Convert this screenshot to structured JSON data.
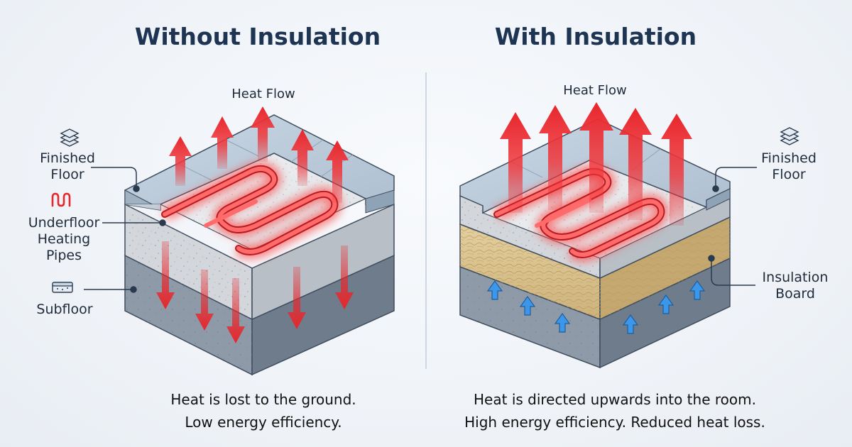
{
  "left": {
    "title": "Without Insulation",
    "heat_flow_label": "Heat Flow",
    "labels": {
      "finished_floor": [
        "Finished",
        "Floor"
      ],
      "pipes": [
        "Underfloor",
        "Heating",
        "Pipes"
      ],
      "subfloor": "Subfloor"
    },
    "caption": [
      "Heat is lost to the ground.",
      "Low energy efficiency."
    ]
  },
  "right": {
    "title": "With Insulation",
    "heat_flow_label": "Heat Flow",
    "labels": {
      "finished_floor": [
        "Finished",
        "Floor"
      ],
      "insulation": [
        "Insulation",
        "Board"
      ]
    },
    "caption": [
      "Heat is directed upwards into the room.",
      "High energy efficiency. Reduced heat loss."
    ]
  },
  "colors": {
    "heat": "#e8262c",
    "pipe": "#f04040",
    "cold_arrow": "#2f8ee6",
    "screed": "#d9dde1",
    "subfloor": "#8a96a3",
    "finished_floor": "#b9cbdb",
    "insulation": "#d8c08c",
    "title": "#1d3452"
  },
  "icons": {
    "finished_floor": "layers-icon",
    "pipes": "heating-coil-icon",
    "subfloor": "slab-icon"
  }
}
